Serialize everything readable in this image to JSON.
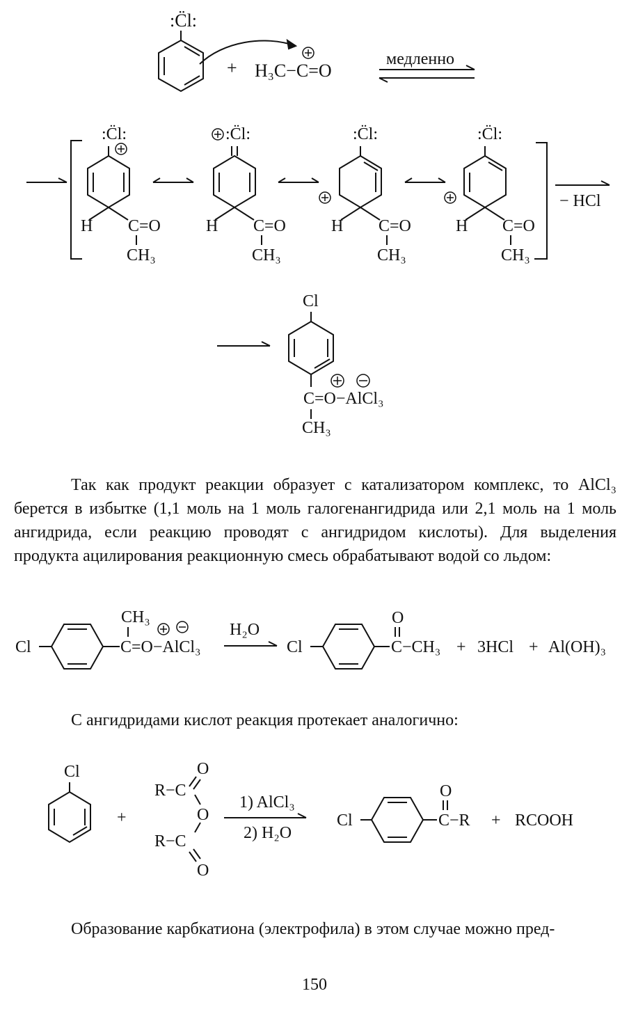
{
  "scheme1": {
    "cl_lp": ":C̈l:",
    "plus": "+",
    "acylium": "H₃C−C=O",
    "arrow_label": "медленно"
  },
  "sigma": {
    "cl_lp": ":C̈l:",
    "cl_plus": ":C̈l:",
    "h": "H",
    "co": "C=O",
    "ch3": "CH₃",
    "elim": "− HCl"
  },
  "complex": {
    "cl": "Cl",
    "co": "C=O−AlCl₃",
    "ch3": "CH₃"
  },
  "paragraph1": {
    "line1": "Так как продукт реакции образует с катализатором комплекс, то AlCl₃ берется в избытке (1,1 моль на 1 моль галогенангидрида или 2,1 моль на 1 моль ангидрида, если реакцию проводят с ангидридом кислоты). Для выделения продукта ацилирования реакционную смесь обрабатывают водой со льдом:"
  },
  "hydrolysis": {
    "cl": "Cl",
    "ch3": "CH₃",
    "complex": "C=O−AlCl₃",
    "reagent": "H₂O",
    "product_o": "O",
    "product_tail": "C−CH₃",
    "plus1": "+",
    "hcl": "3HCl",
    "plus2": "+",
    "aloh": "Al(OH)₃"
  },
  "paragraph2": {
    "text": "С ангидридами кислот реакция протекает аналогично:"
  },
  "anhydride": {
    "cl_top": "Cl",
    "plus": "+",
    "r1": "R−C",
    "r2": "R−C",
    "o_top": "O",
    "o_mid": "O",
    "o_bot": "O",
    "step1": "1) AlCl₃",
    "step2": "2) H₂O",
    "cl": "Cl",
    "ketone_o": "O",
    "ketone_tail": "C−R",
    "plus2": "+",
    "rcooh": "RCOOH"
  },
  "paragraph3": {
    "text": "Образование карбкатиона (электрофила) в этом случае можно пред-"
  },
  "page_number": "150"
}
